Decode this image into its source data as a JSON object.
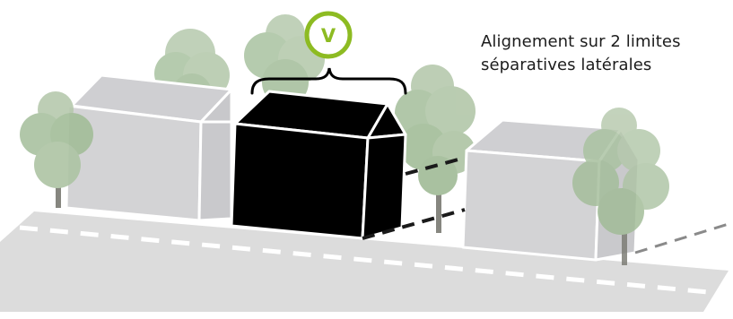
{
  "badge": {
    "letter": "V",
    "color": "#8dbb22"
  },
  "caption": {
    "line1": "Alignement sur 2 limites",
    "line2": "séparatives latérales"
  },
  "colors": {
    "road": "#dcdcdc",
    "road_marking": "#ffffff",
    "neighbor_building": "#d3d3d5",
    "target_building": "#000000",
    "tree_foliage": "#a9c2a0",
    "tree_trunk": "#7a7a72",
    "boundary_line": "#1a1a1a"
  },
  "elements": {
    "neighbor_left": "building",
    "target": "building-black",
    "neighbor_right": "building",
    "boundaries": "lot-side-boundaries-dashed",
    "bracket": "curly-brace"
  }
}
